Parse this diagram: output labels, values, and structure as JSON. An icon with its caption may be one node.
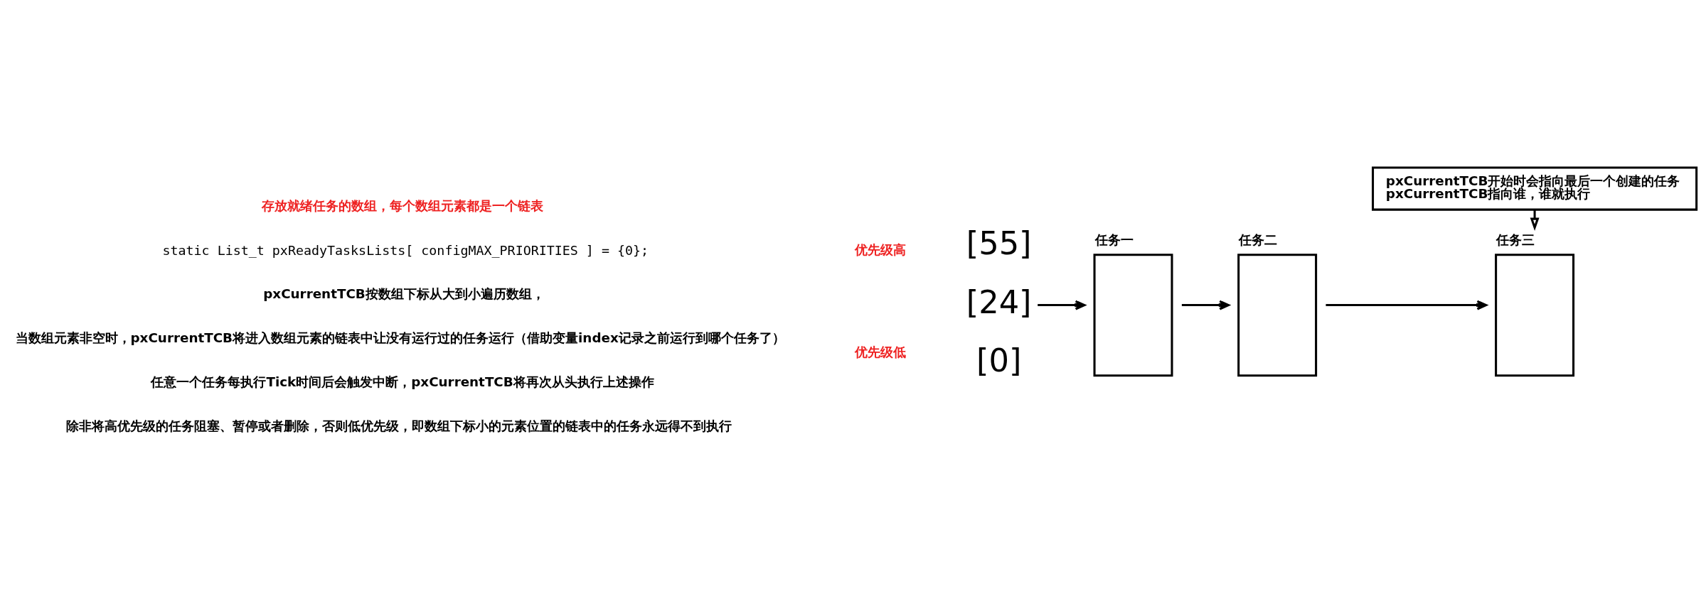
{
  "diagram": {
    "nodes": [
      {
        "text": [
          "[24]"
        ]
      },
      {
        "text": [
          "任务一"
        ]
      },
      {
        "text": [
          "任务二"
        ]
      },
      {
        "text": [
          "任务三"
        ]
      },
      {
        "text": [
          "pxCurrentTCB开始时会指向最后一个创建的任务",
          "pxCurrentTCB指向谁，谁就执行"
        ]
      }
    ],
    "edges": [
      {
        "from": 0,
        "to": 1,
        "arrow": "to"
      },
      {
        "from": 1,
        "to": 2,
        "arrow": "to"
      },
      {
        "from": 2,
        "to": 3,
        "arrow": "to"
      },
      {
        "from": 4,
        "to": 3,
        "arrow": "to"
      }
    ],
    "labels": [
      "优先级高",
      "[55]",
      "存放就绪任务的数组，每个数组元素都是一个链表",
      "static List_t pxReadyTasksLists[ configMAX_PRIORITIES ] = {0};",
      "优先级低",
      "[0]",
      "pxCurrentTCB按数组下标从大到小遍历数组，",
      "当数组元素非空时，pxCurrentTCB将进入数组元素的链表中让没有运行过的任务运行（借助变量index记录之前运行到哪个任务了）",
      "任意一个任务每执行Tick时间后会触发中断，pxCurrentTCB将再次从头执行上述操作",
      "除非将高优先级的任务阻塞、暂停或者删除，否则低优先级，即数组下标小的元素位置的链表中的任务永远得不到执行"
    ]
  }
}
